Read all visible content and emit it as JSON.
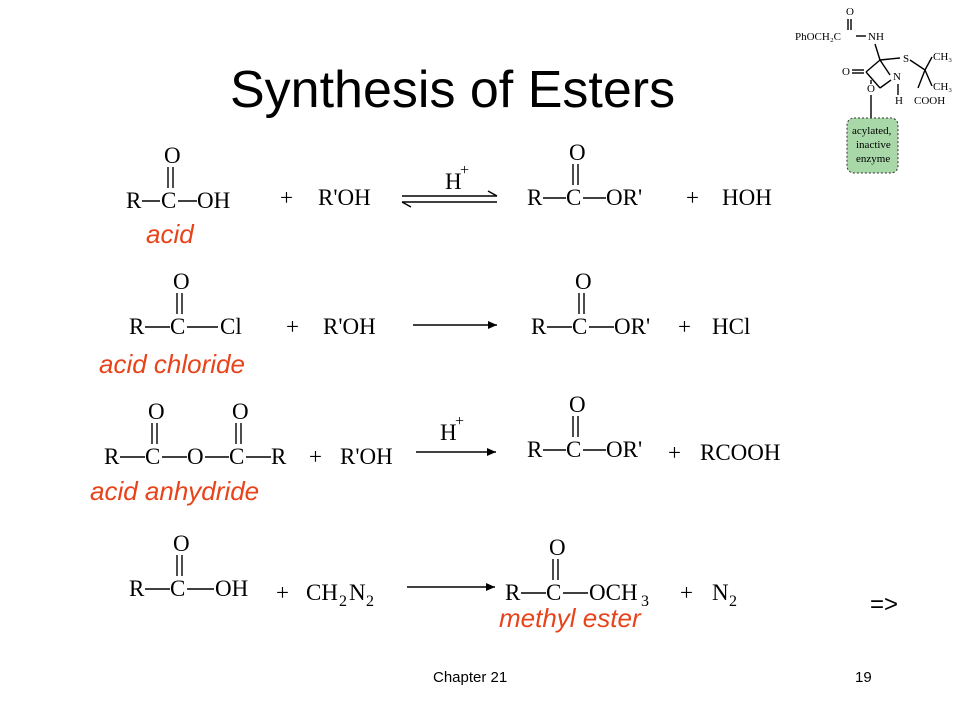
{
  "slide": {
    "title": "Synthesis of Esters",
    "footer_chapter": "Chapter 21",
    "page_number": "19",
    "next_arrow": "=>"
  },
  "labels": {
    "acid": "acid",
    "acid_chloride": "acid chloride",
    "acid_anhydride": "acid anhydride",
    "methyl_ester": "methyl ester",
    "accent_color": "#e8431a"
  },
  "reactions": {
    "r1": {
      "reactant_R": "R",
      "C": "C",
      "O": "O",
      "OH": "OH",
      "plus1": "+",
      "reagent": "R'OH",
      "catalyst": "H",
      "catalyst_sup": "+",
      "prod_R": "R",
      "prod_C": "C",
      "prod_O": "O",
      "prod_OR": "OR'",
      "plus2": "+",
      "byproduct": "HOH"
    },
    "r2": {
      "reactant_R": "R",
      "C": "C",
      "O": "O",
      "Cl": "Cl",
      "plus1": "+",
      "reagent": "R'OH",
      "prod_R": "R",
      "prod_C": "C",
      "prod_O": "O",
      "prod_OR": "OR'",
      "plus2": "+",
      "byproduct": "HCl"
    },
    "r3": {
      "R1": "R",
      "C1": "C",
      "O1": "O",
      "Obridge": "O",
      "C2": "C",
      "O2": "O",
      "R2": "R",
      "plus1": "+",
      "reagent": "R'OH",
      "catalyst": "H",
      "catalyst_sup": "+",
      "prod_R": "R",
      "prod_C": "C",
      "prod_O": "O",
      "prod_OR": "OR'",
      "plus2": "+",
      "byproduct": "RCOOH"
    },
    "r4": {
      "reactant_R": "R",
      "C": "C",
      "O": "O",
      "OH": "OH",
      "plus1": "+",
      "reagent_main": "CH",
      "reagent_sub1": "2",
      "reagent_N": "N",
      "reagent_sub2": "2",
      "prod_R": "R",
      "prod_C": "C",
      "prod_O": "O",
      "prod_OCH": "OCH",
      "prod_sub": "3",
      "plus2": "+",
      "byproduct": "N",
      "byproduct_sub": "2"
    }
  },
  "penicillin": {
    "phoch2c": "PhOCH₂C",
    "nh": "NH",
    "s": "S",
    "ch3_top": "CH₃",
    "ch3_bot": "CH₃",
    "n": "N",
    "h": "H",
    "cooh": "COOH",
    "o_top": "O",
    "o_left": "O",
    "o_link": "O",
    "enzyme_line1": "acylated,",
    "enzyme_line2": "inactive",
    "enzyme_line3": "enzyme",
    "enzyme_color": "#a8d8a8"
  }
}
